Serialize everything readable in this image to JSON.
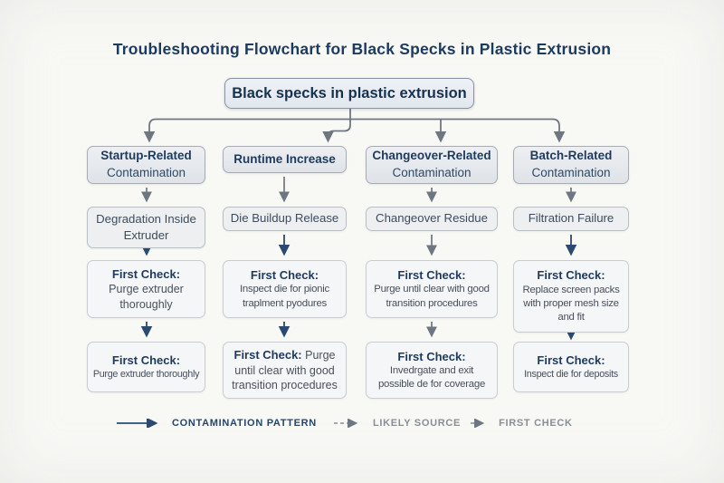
{
  "title": "Troubleshooting Flowchart for Black Specks in Plastic Extrusion",
  "root_label": "Black specks in plastic extrusion",
  "columns": [
    {
      "header_line1": "Startup-Related",
      "header_line2": "Contamination",
      "source": "Degradation Inside Extruder",
      "check1_label": "First Check:",
      "check1_text": "Purge extruder thoroughly",
      "check2_label": "First Check:",
      "check2_text": "Purge extruder thoroughly"
    },
    {
      "header_line1": "Runtime Increase",
      "header_line2": "",
      "source": "Die Buildup Release",
      "check1_label": "First Check:",
      "check1_text": "Inspect die for pionic traplment pyodures",
      "check2_label": "First Check:",
      "check2_text": "Purge until clear with good transition procedures"
    },
    {
      "header_line1": "Changeover-Related",
      "header_line2": "Contamination",
      "source": "Changeover Residue",
      "check1_label": "First Check:",
      "check1_text": "Purge until clear with good transition procedures",
      "check2_label": "First Check:",
      "check2_text": "Invedrgate and exit possible de for coverage"
    },
    {
      "header_line1": "Batch-Related",
      "header_line2": "Contamination",
      "source": "Filtration Failure",
      "check1_label": "First Check:",
      "check1_text": "Replace screen packs with proper mesh size and fit",
      "check2_label": "First Check:",
      "check2_text": "Inspect die for deposits"
    }
  ],
  "legend": {
    "items": [
      {
        "label": "CONTAMINATION PATTERN",
        "style": "solid-navy-arrow"
      },
      {
        "label": "LIKELY SOURCE",
        "style": "dashed-gray-arrow"
      },
      {
        "label": "FIRST CHECK",
        "style": "gray-arrow"
      }
    ]
  },
  "colors": {
    "navy_text": "#1e3a5c",
    "arrow_gray": "#6e7781",
    "arrow_navy": "#2a4a72",
    "background": "#f8f8f5"
  }
}
